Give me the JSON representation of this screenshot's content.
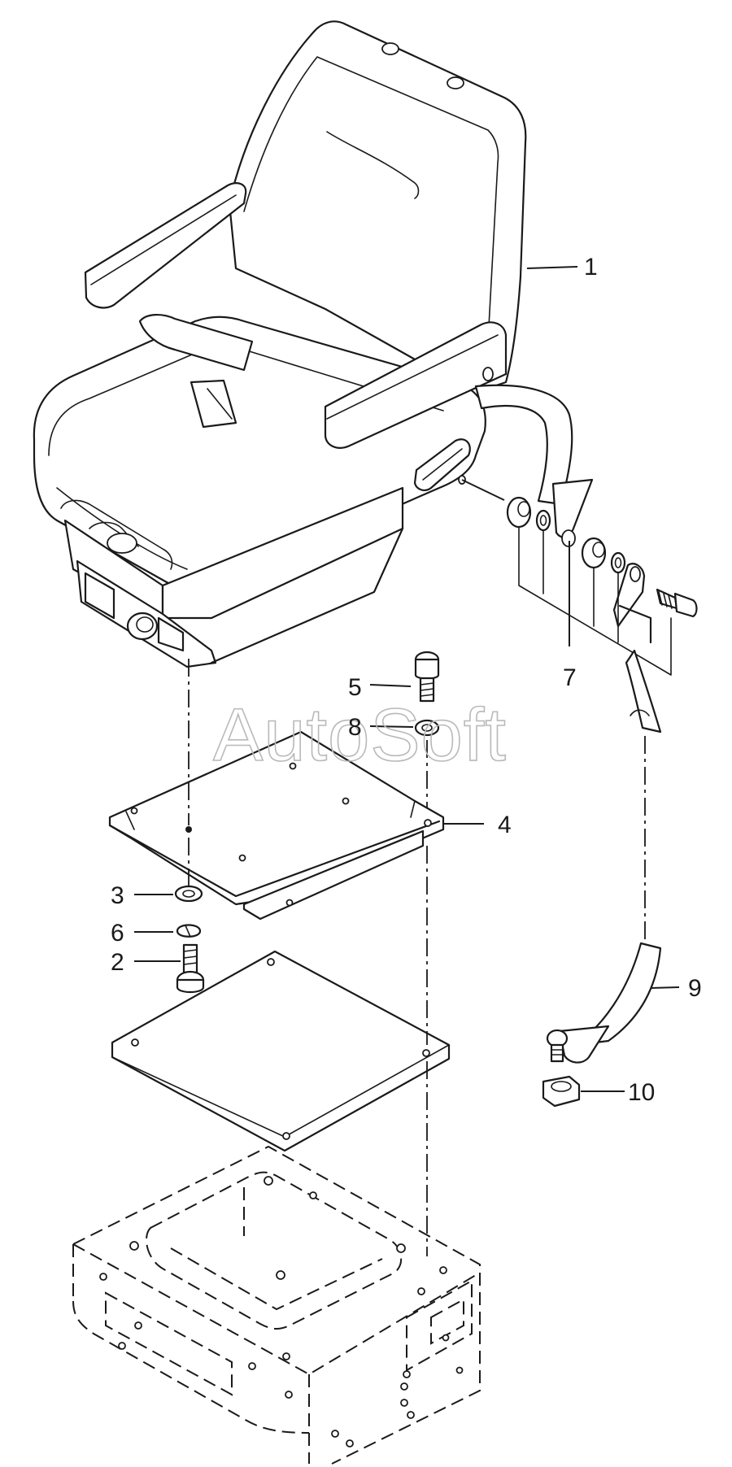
{
  "watermark": "AutoSoft",
  "callouts": {
    "c1": "1",
    "c2": "2",
    "c3": "3",
    "c4": "4",
    "c5": "5",
    "c6": "6",
    "c7": "7",
    "c8": "8",
    "c9": "9",
    "c10": "10"
  },
  "colors": {
    "line": "#1a1a1a",
    "watermark": "#b9b9b9",
    "background": "#ffffff"
  }
}
